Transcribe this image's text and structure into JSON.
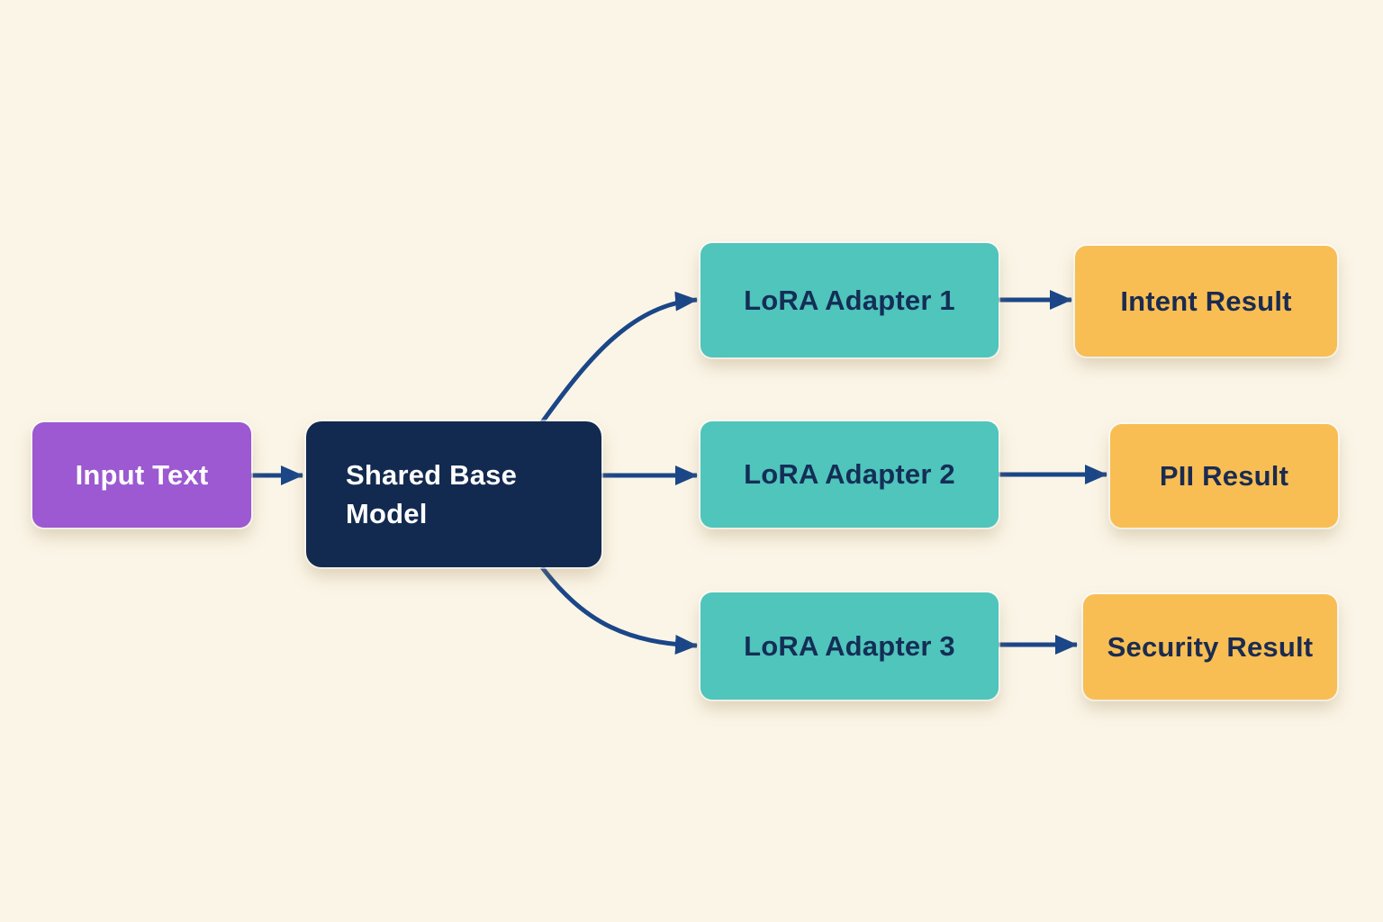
{
  "canvas": {
    "background": "#FBF5E7",
    "arrow_color": "#1B4687"
  },
  "palette": {
    "purple": "#9C59D1",
    "navy": "#122A50",
    "teal": "#4FC5BC",
    "amber": "#F8BE53",
    "label_on_dark": "#FFFFFF",
    "label_on_teal": "#142E56",
    "label_on_amber": "#1B2B50"
  },
  "nodes": {
    "input": {
      "label": "Input Text",
      "color": "#9C59D1",
      "text_color": "#FFFFFF"
    },
    "base": {
      "label": "Shared Base Model",
      "color": "#122A50",
      "text_color": "#FFFFFF"
    },
    "adapter1": {
      "label": "LoRA Adapter 1",
      "color": "#4FC5BC",
      "text_color": "#142E56"
    },
    "adapter2": {
      "label": "LoRA Adapter 2",
      "color": "#4FC5BC",
      "text_color": "#142E56"
    },
    "adapter3": {
      "label": "LoRA Adapter 3",
      "color": "#4FC5BC",
      "text_color": "#142E56"
    },
    "result1": {
      "label": "Intent Result",
      "color": "#F8BE53",
      "text_color": "#1B2B50"
    },
    "result2": {
      "label": "PII Result",
      "color": "#F8BE53",
      "text_color": "#1B2B50"
    },
    "result3": {
      "label": "Security Result",
      "color": "#F8BE53",
      "text_color": "#1B2B50"
    }
  },
  "edges": [
    {
      "from": "input",
      "to": "base"
    },
    {
      "from": "base",
      "to": "adapter1"
    },
    {
      "from": "base",
      "to": "adapter2"
    },
    {
      "from": "base",
      "to": "adapter3"
    },
    {
      "from": "adapter1",
      "to": "result1"
    },
    {
      "from": "adapter2",
      "to": "result2"
    },
    {
      "from": "adapter3",
      "to": "result3"
    }
  ]
}
